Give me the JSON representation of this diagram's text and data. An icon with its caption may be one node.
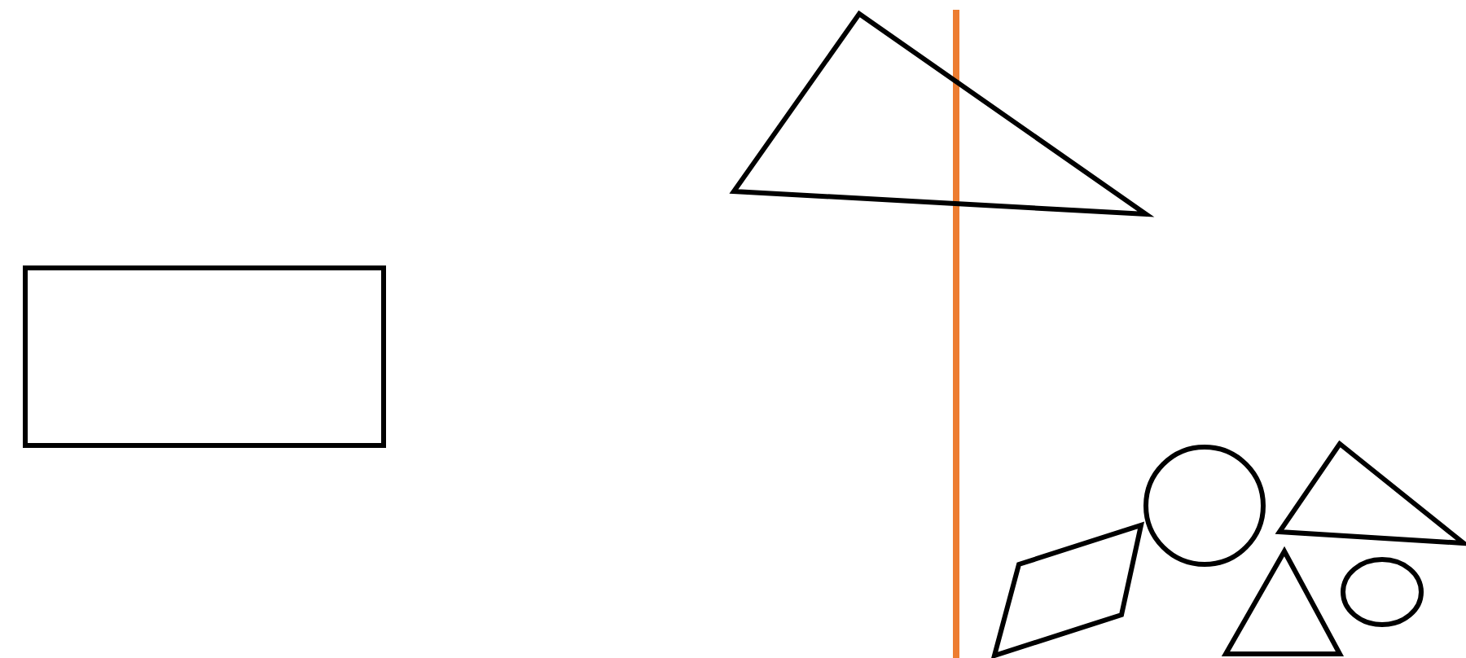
{
  "diagram": {
    "nodes": [
      {
        "text": [],
        "shape": "triangle"
      },
      {
        "text": [],
        "shape": "box"
      },
      {
        "text": [],
        "shape": "circle"
      },
      {
        "text": [],
        "shape": "triangle"
      },
      {
        "text": [],
        "shape": "parallelogram"
      },
      {
        "text": [],
        "shape": "triangle"
      },
      {
        "text": [],
        "shape": "ellipse"
      }
    ]
  }
}
